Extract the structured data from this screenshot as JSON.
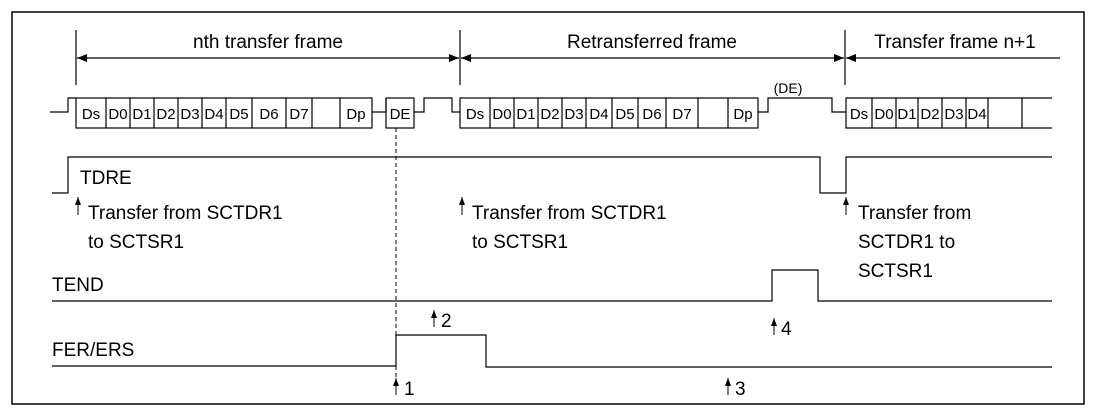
{
  "frames": {
    "nth": "nth transfer frame",
    "retransferred": "Retransferred frame",
    "next": "Transfer frame n+1"
  },
  "serial_bits": {
    "frame1": [
      "Ds",
      "D0",
      "D1",
      "D2",
      "D3",
      "D4",
      "D5",
      "D6",
      "D7",
      "Dp"
    ],
    "de": "DE",
    "frame2": [
      "Ds",
      "D0",
      "D1",
      "D2",
      "D3",
      "D4",
      "D5",
      "D6",
      "D7",
      "Dp"
    ],
    "de_paren": "(DE)",
    "frame3": [
      "Ds",
      "D0",
      "D1",
      "D2",
      "D3",
      "D4"
    ]
  },
  "signals": {
    "tdre": "TDRE",
    "tend": "TEND",
    "fer_ers": "FER/ERS"
  },
  "annotations": {
    "transfer1": [
      "Transfer from SCTDR1",
      "to SCTSR1"
    ],
    "transfer2": [
      "Transfer from SCTDR1",
      "to SCTSR1"
    ],
    "transfer3": [
      "Transfer from",
      "SCTDR1 to",
      "SCTSR1"
    ]
  },
  "markers": {
    "m1": "1",
    "m2": "2",
    "m3": "3",
    "m4": "4"
  }
}
